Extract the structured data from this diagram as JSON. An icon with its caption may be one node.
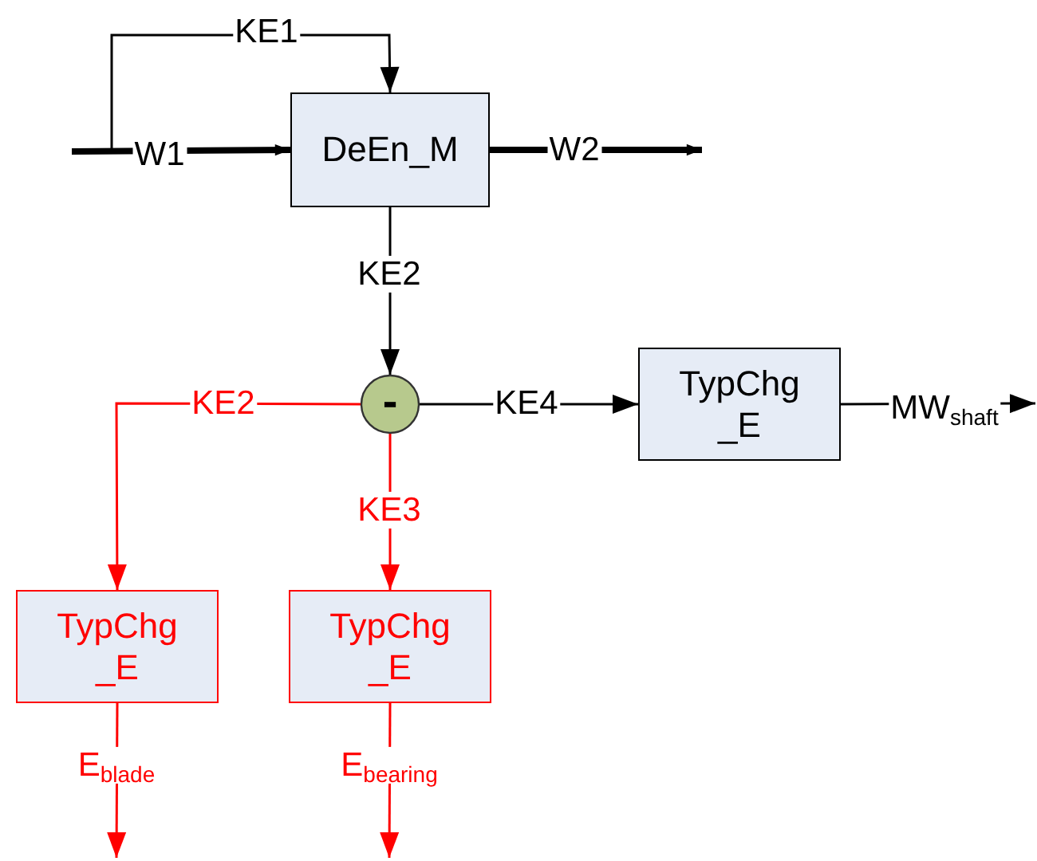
{
  "diagram": {
    "nodes": [
      {
        "text": [
          "DeEn_M"
        ]
      },
      {
        "text": [
          "-"
        ]
      },
      {
        "text": [
          "TypChg _E"
        ]
      },
      {
        "text": [
          "TypChg _E"
        ]
      },
      {
        "text": [
          "TypChg _E"
        ]
      }
    ],
    "edges": [
      {
        "from": null,
        "to": 0,
        "arrow": "to",
        "label": "W1",
        "style": "thick"
      },
      {
        "from": null,
        "to": 0,
        "arrow": "to",
        "label": "KE1"
      },
      {
        "from": 0,
        "to": null,
        "arrow": "to",
        "label": "W2",
        "style": "thick"
      },
      {
        "from": 0,
        "to": 1,
        "arrow": "to",
        "label": "KE2"
      },
      {
        "from": 1,
        "to": 3,
        "arrow": "to",
        "label": "KE2",
        "color": "#ff0000"
      },
      {
        "from": 1,
        "to": 4,
        "arrow": "to",
        "label": "KE3",
        "color": "#ff0000"
      },
      {
        "from": 1,
        "to": 2,
        "arrow": "to",
        "label": "KE4"
      },
      {
        "from": 2,
        "to": null,
        "arrow": "to",
        "label": "MW$_{shaft}$"
      },
      {
        "from": 3,
        "to": null,
        "arrow": "to",
        "label": "E$_{blade}$",
        "color": "#ff0000"
      },
      {
        "from": 4,
        "to": null,
        "arrow": "to",
        "label": "E$_{bearing}$",
        "color": "#ff0000"
      }
    ]
  }
}
